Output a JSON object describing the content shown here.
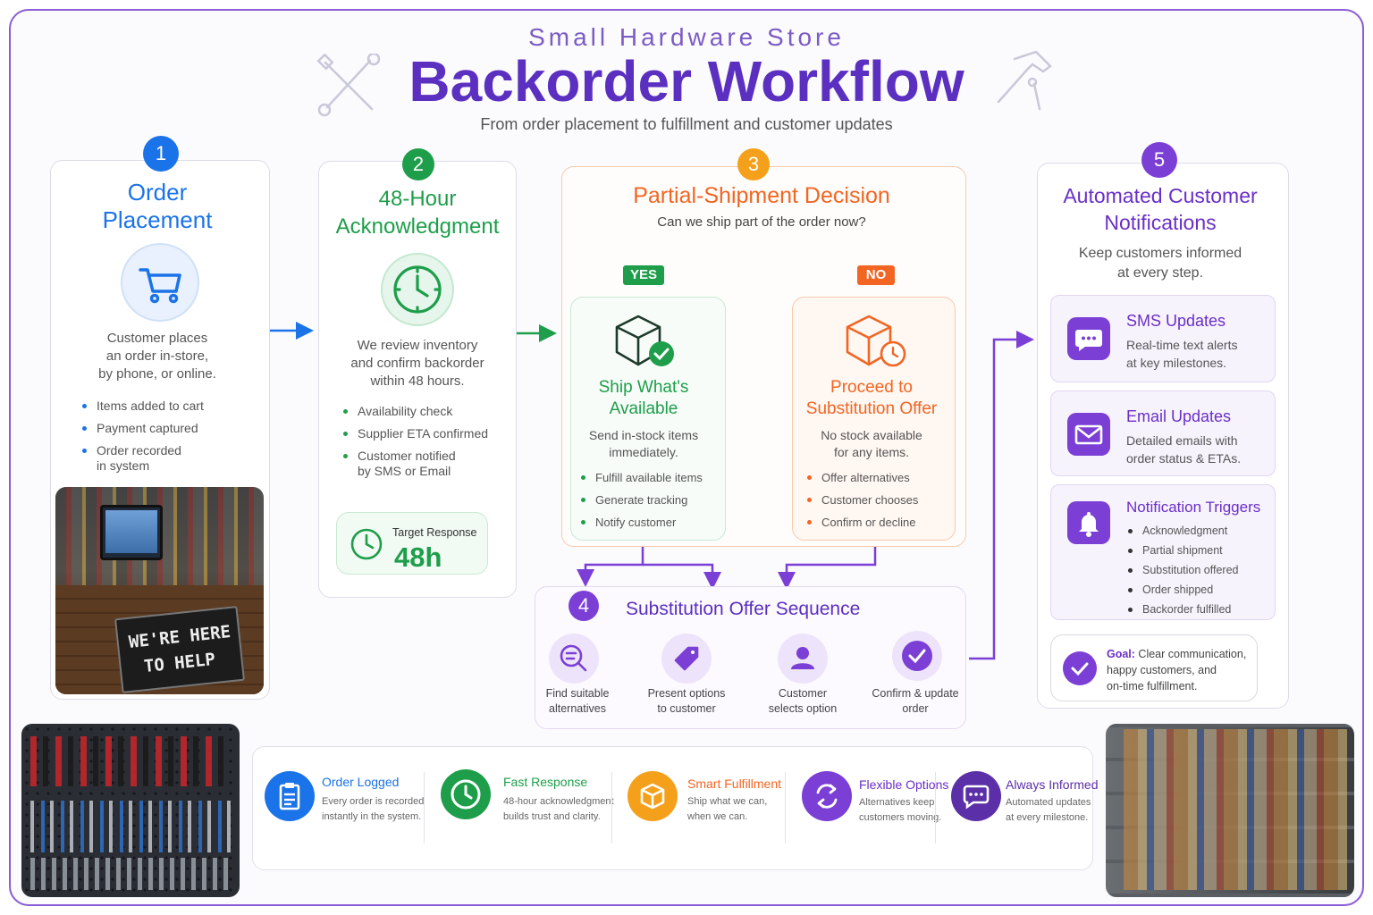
{
  "header": {
    "overline": "Small Hardware Store",
    "title": "Backorder Workflow",
    "tagline": "From order placement to fulfillment and customer updates"
  },
  "colors": {
    "blue": "#1a73e8",
    "green": "#1e9e4a",
    "orange": "#f26522",
    "purple": "#7b3fd6"
  },
  "step1": {
    "number": "1",
    "title_line1": "Order",
    "title_line2": "Placement",
    "icon": "shopping-cart-icon",
    "desc_line1": "Customer places",
    "desc_line2": "an order in-store,",
    "desc_line3": "by phone, or online.",
    "bullets": [
      "Items added to cart",
      "Payment captured",
      "Order recorded"
    ],
    "bullet3_cont": "in system",
    "photo_sign_line1": "WE'RE HERE",
    "photo_sign_line2": "TO HELP"
  },
  "step2": {
    "number": "2",
    "title_line1": "48-Hour",
    "title_line2": "Acknowledgment",
    "icon": "clock-icon",
    "desc_line1": "We review inventory",
    "desc_line2": "and confirm backorder",
    "desc_line3": "within 48 hours.",
    "bullets": [
      "Availability check",
      "Supplier ETA confirmed",
      "Customer notified"
    ],
    "bullet3_cont": "by SMS or Email",
    "target_label": "Target Response",
    "target_value": "48h"
  },
  "step3": {
    "number": "3",
    "title": "Partial-Shipment Decision",
    "question": "Can we ship part of the order now?",
    "yes_label": "YES",
    "no_label": "NO",
    "yes": {
      "icon": "box-check-icon",
      "title_line1": "Ship What's",
      "title_line2": "Available",
      "desc_line1": "Send in-stock items",
      "desc_line2": "immediately.",
      "bullets": [
        "Fulfill available items",
        "Generate tracking",
        "Notify customer"
      ]
    },
    "no": {
      "icon": "box-clock-icon",
      "title_line1": "Proceed to",
      "title_line2": "Substitution Offer",
      "desc_line1": "No stock available",
      "desc_line2": "for any items.",
      "bullets": [
        "Offer alternatives",
        "Customer chooses",
        "Confirm or decline"
      ]
    }
  },
  "step4": {
    "number": "4",
    "title": "Substitution Offer Sequence",
    "steps": [
      {
        "icon": "search-list-icon",
        "line1": "Find suitable",
        "line2": "alternatives"
      },
      {
        "icon": "tag-icon",
        "line1": "Present options",
        "line2": "to customer"
      },
      {
        "icon": "user-icon",
        "line1": "Customer",
        "line2": "selects option"
      },
      {
        "icon": "check-circle-icon",
        "line1": "Confirm & update",
        "line2": "order"
      }
    ]
  },
  "step5": {
    "number": "5",
    "title_line1": "Automated Customer",
    "title_line2": "Notifications",
    "desc_line1": "Keep customers informed",
    "desc_line2": "at every step.",
    "sms": {
      "icon": "chat-bubble-icon",
      "title": "SMS Updates",
      "line1": "Real-time text alerts",
      "line2": "at key milestones."
    },
    "email": {
      "icon": "envelope-icon",
      "title": "Email Updates",
      "line1": "Detailed emails with",
      "line2": "order status & ETAs."
    },
    "triggers": {
      "icon": "bell-icon",
      "title": "Notification Triggers",
      "items": [
        "Acknowledgment",
        "Partial shipment",
        "Substitution offered",
        "Order shipped",
        "Backorder fulfilled"
      ]
    },
    "goal": {
      "icon": "check-circle-icon",
      "label": "Goal:",
      "line1": " Clear communication,",
      "line2": "happy customers, and",
      "line3": "on-time fulfillment."
    }
  },
  "features": [
    {
      "icon": "clipboard-icon",
      "title": "Order Logged",
      "line1": "Every order is recorded",
      "line2": "instantly in the system.",
      "color": "#1a73e8"
    },
    {
      "icon": "clock-icon",
      "title": "Fast Response",
      "line1": "48-hour acknowledgment",
      "line2": "builds trust and clarity.",
      "color": "#1e9e4a"
    },
    {
      "icon": "box-icon",
      "title": "Smart Fulfillment",
      "line1": "Ship what we can,",
      "line2": "when we can.",
      "color": "#f26522"
    },
    {
      "icon": "swap-arrows-icon",
      "title": "Flexible Options",
      "line1": "Alternatives keep",
      "line2": "customers moving.",
      "color": "#7b3fd6"
    },
    {
      "icon": "chat-bubble-icon",
      "title": "Always Informed",
      "line1": "Automated updates",
      "line2": "at every milestone.",
      "color": "#5b2fa8"
    }
  ]
}
